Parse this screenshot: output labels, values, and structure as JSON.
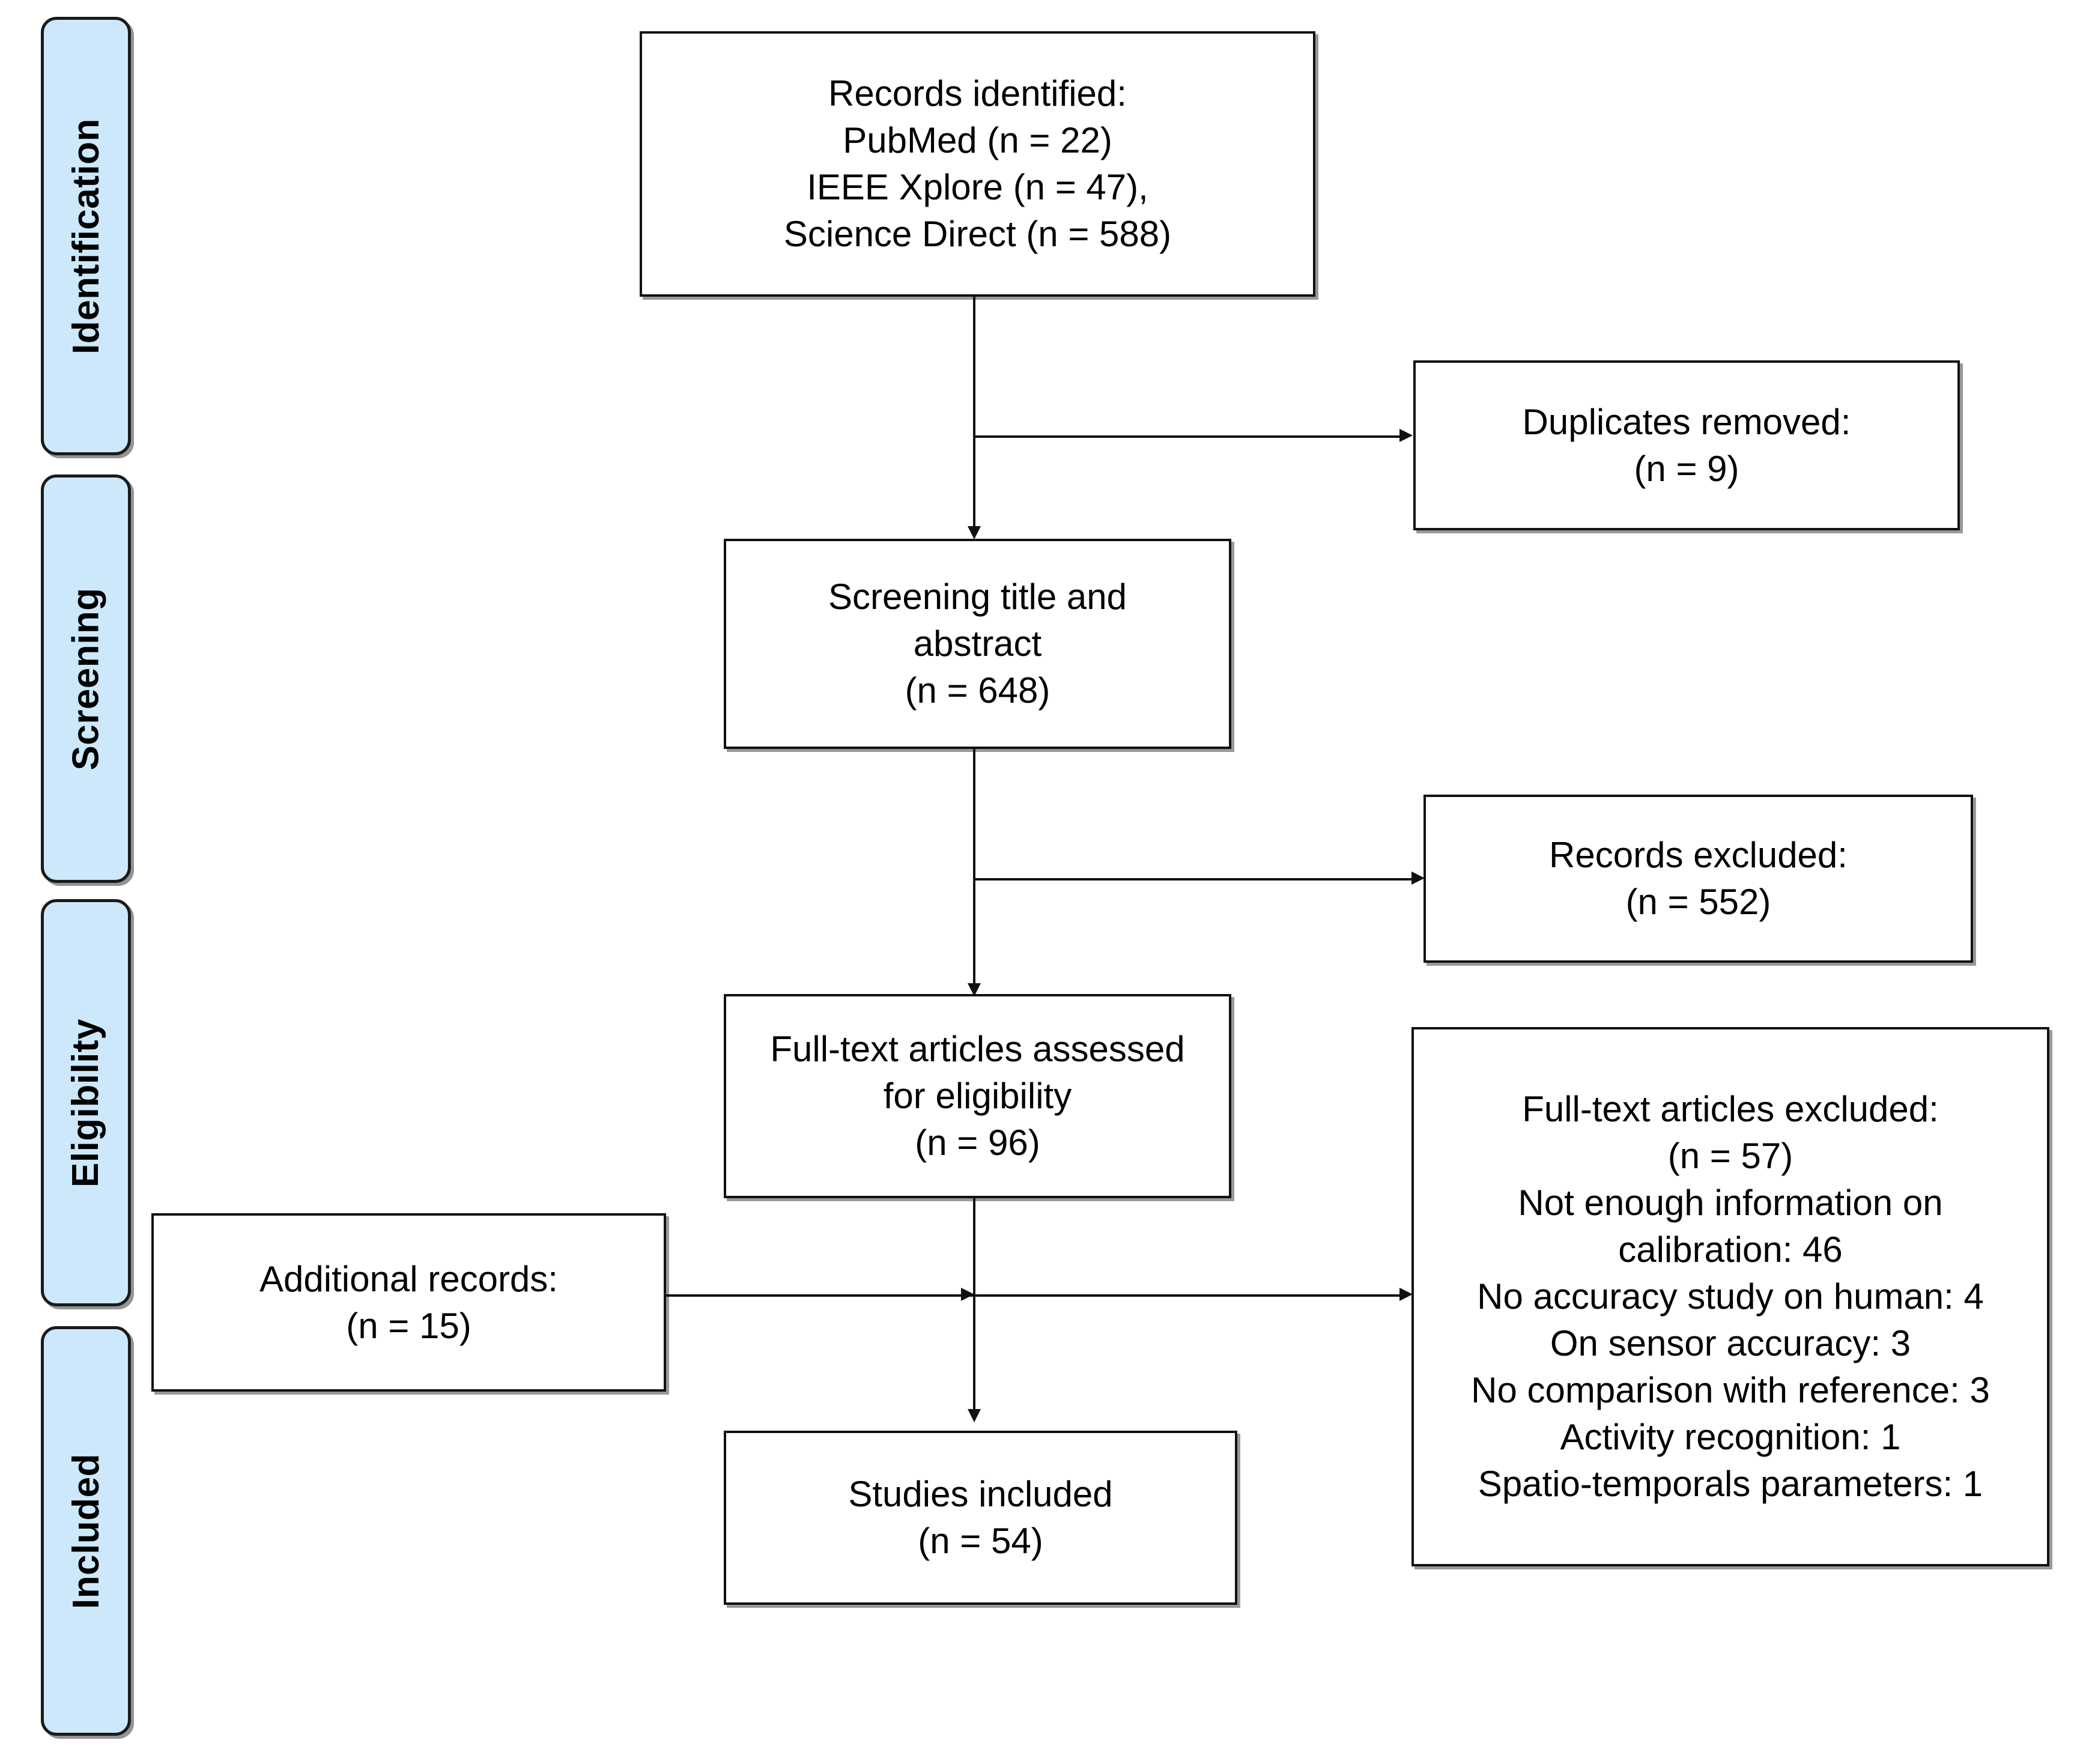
{
  "diagram": {
    "title": "PRISMA flow diagram",
    "type": "prisma-flow",
    "accent_color": "#cce8fa",
    "line_color": "#111111"
  },
  "stages": [
    {
      "label": "Identification"
    },
    {
      "label": "Screening"
    },
    {
      "label": "Eligibility"
    },
    {
      "label": "Included"
    }
  ],
  "nodes": {
    "records_identified": {
      "lines": [
        "Records identified:",
        "PubMed (n = 22)",
        "IEEE Xplore (n = 47),",
        "Science Direct (n = 588)"
      ]
    },
    "duplicates_removed": {
      "lines": [
        "Duplicates removed:",
        "(n = 9)"
      ]
    },
    "screening_title_abstract": {
      "lines": [
        "Screening title and",
        "abstract",
        "(n = 648)"
      ]
    },
    "records_excluded": {
      "lines": [
        "Records excluded:",
        "(n = 552)"
      ]
    },
    "fulltext_assessed": {
      "lines": [
        "Full-text articles assessed",
        "for eligibility",
        "(n = 96)"
      ]
    },
    "fulltext_excluded": {
      "lines": [
        "Full-text articles excluded:",
        "(n = 57)",
        "Not enough information on",
        "calibration: 46",
        "No accuracy study on human: 4",
        "On sensor accuracy: 3",
        "No comparison with reference: 3",
        "Activity recognition: 1",
        "Spatio-temporals parameters: 1"
      ]
    },
    "additional_records": {
      "lines": [
        "Additional records:",
        "(n = 15)"
      ]
    },
    "studies_included": {
      "lines": [
        "Studies included",
        "(n = 54)"
      ]
    }
  },
  "counts": {
    "pubmed": 22,
    "ieee_xplore": 47,
    "science_direct": 588,
    "duplicates_removed": 9,
    "screened": 648,
    "records_excluded": 552,
    "fulltext_assessed": 96,
    "fulltext_excluded": 57,
    "not_enough_information_on_calibration": 46,
    "no_accuracy_study_on_human": 4,
    "on_sensor_accuracy": 3,
    "no_comparison_with_reference": 3,
    "activity_recognition": 1,
    "spatio_temporals_parameters": 1,
    "additional_records": 15,
    "studies_included": 54
  }
}
